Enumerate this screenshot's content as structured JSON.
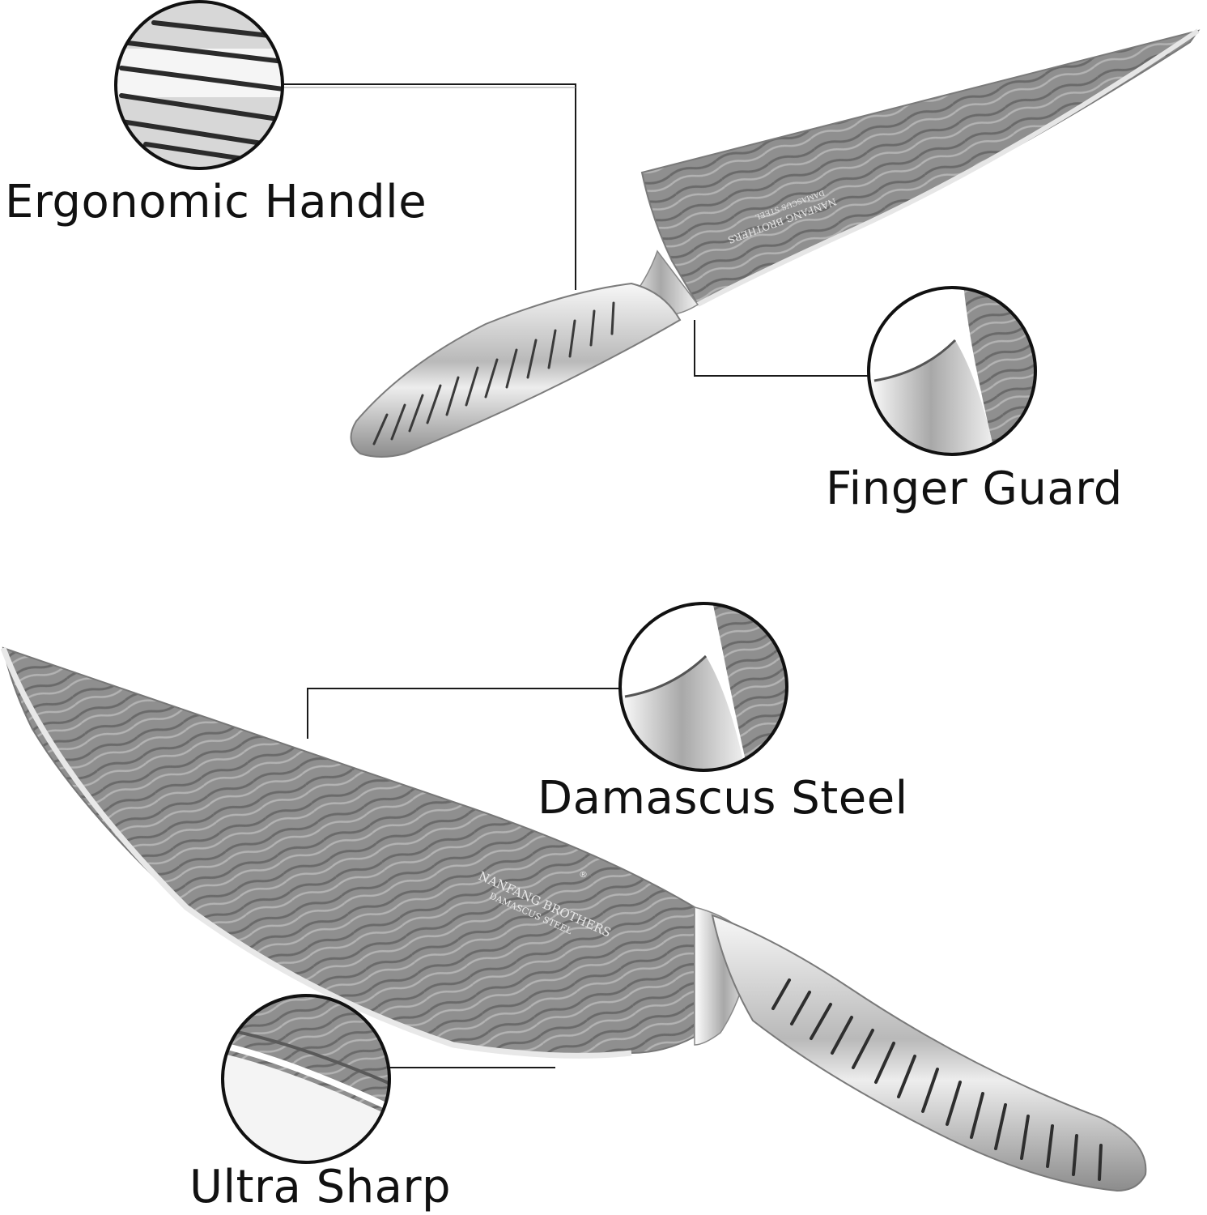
{
  "features": {
    "ergonomic_handle": "Ergonomic Handle",
    "finger_guard": "Finger Guard",
    "damascus_steel": "Damascus Steel",
    "ultra_sharp": "Ultra Sharp"
  },
  "brand": {
    "name": "NANFANG BROTHERS",
    "tagline": "DAMASCUS STEEL",
    "registered_mark": "®"
  },
  "colors": {
    "background": "#ffffff",
    "text": "#111111",
    "callout_line": "#1a1a1a",
    "blade_damascus": "#8a8a8a",
    "handle_steel": "#d9d9d9"
  }
}
